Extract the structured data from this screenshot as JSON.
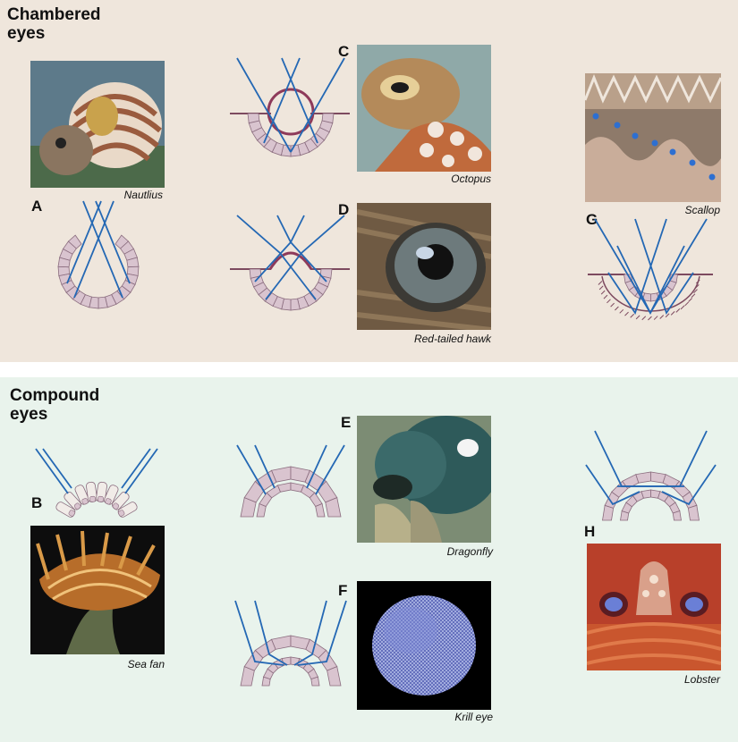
{
  "colors": {
    "chambered_bg": "#efe6dc",
    "compound_bg": "#e9f3ec",
    "ray": "#2468b4",
    "cell_fill": "#d9c4cf",
    "cell_stroke": "#8a6c7e",
    "lens": "#8e3a5a",
    "surface": "#7d4a5f"
  },
  "sections": {
    "chambered": {
      "title": "Chambered\neyes"
    },
    "compound": {
      "title": "Compound\neyes"
    }
  },
  "panels": {
    "A": {
      "letter": "A",
      "caption": "Nautlius"
    },
    "B": {
      "letter": "B",
      "caption": "Sea fan"
    },
    "C": {
      "letter": "C",
      "caption": "Octopus"
    },
    "D": {
      "letter": "D",
      "caption": "Red-tailed hawk"
    },
    "E": {
      "letter": "E",
      "caption": "Dragonfly"
    },
    "F": {
      "letter": "F",
      "caption": "Krill eye"
    },
    "G": {
      "letter": "G",
      "caption": "Scallop"
    },
    "H": {
      "letter": "H",
      "caption": "Lobster"
    }
  }
}
